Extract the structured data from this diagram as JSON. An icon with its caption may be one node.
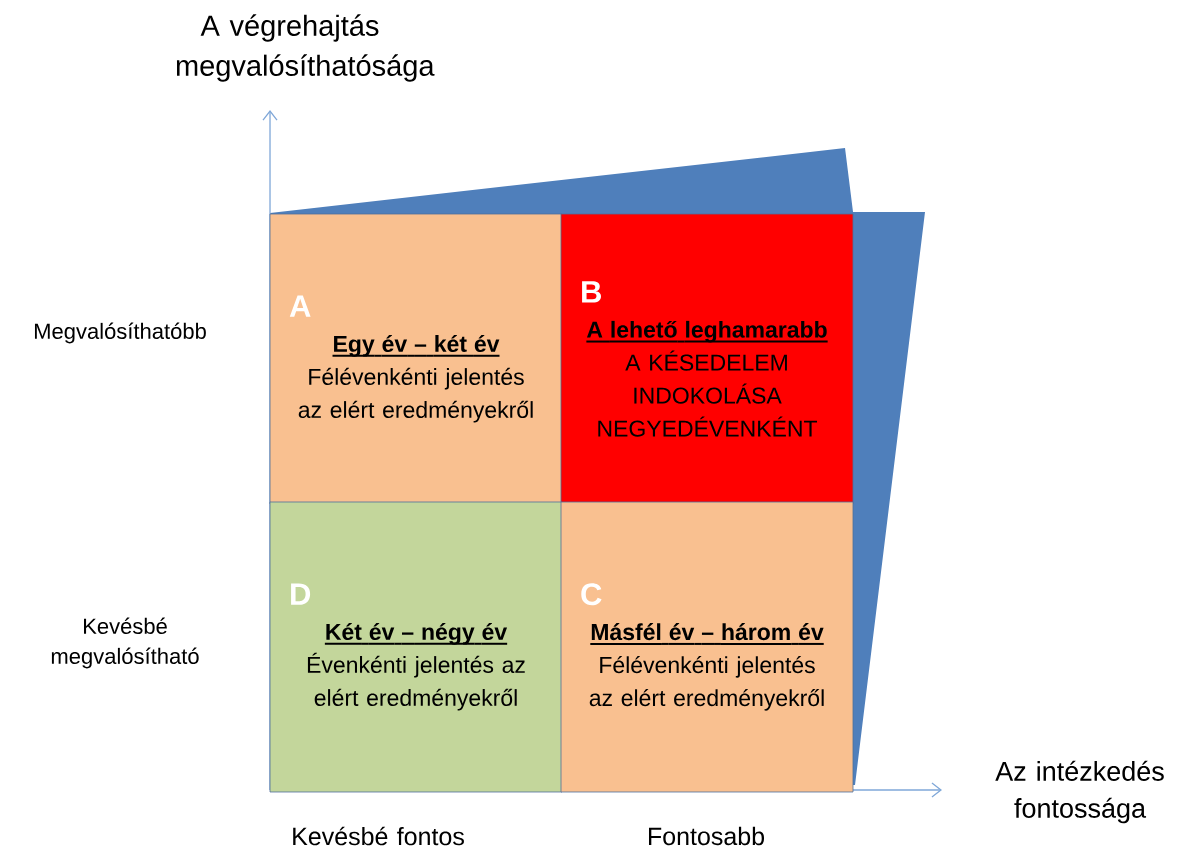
{
  "diagram": {
    "nodes": [
      {
        "text": [
          "A",
          "Egy év – két év",
          "Félévenkénti jelentés az elért eredményekről"
        ]
      },
      {
        "text": [
          "B",
          "A lehető leghamarabb",
          "A KÉSEDELEM INDOKOLÁSA NEGYEDÉVENKÉNT"
        ]
      },
      {
        "text": [
          "D",
          "Két év – négy év",
          "Évenkénti jelentés az elért eredményekről"
        ]
      },
      {
        "text": [
          "C",
          "Másfél év – három év",
          "Félévenkénti jelentés az elért eredményekről"
        ]
      }
    ],
    "labels": [
      "A végrehajtás megvalósíthatósága",
      "Megvalósíthatóbb",
      "Kevésbé megvalósítható",
      "Az intézkedés fontossága",
      "Kevésbé fontos",
      "Fontosabb"
    ]
  }
}
